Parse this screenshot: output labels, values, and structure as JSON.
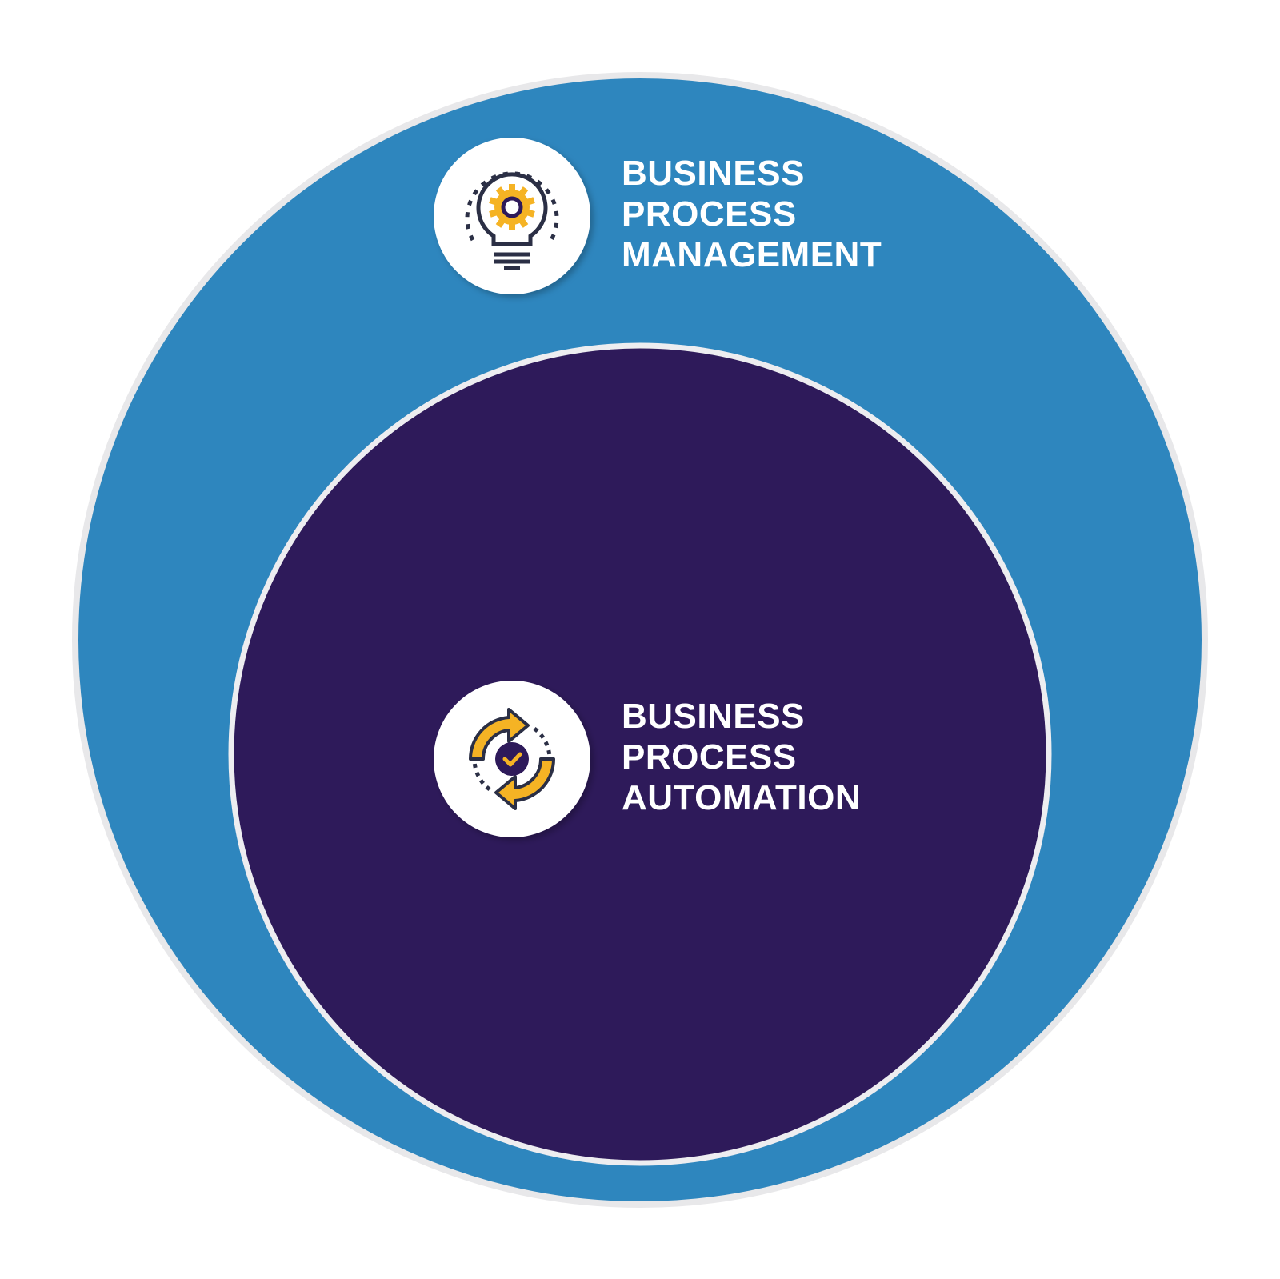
{
  "colors": {
    "outer": "#2E86BE",
    "inner": "#2E1A5A",
    "accent": "#F5B324",
    "stroke": "#2B2F45",
    "ring": "#E8E8EA"
  },
  "outer": {
    "icon": "lightbulb-gear-icon",
    "lines": [
      "BUSINESS",
      "PROCESS",
      "MANAGEMENT"
    ]
  },
  "inner": {
    "icon": "sync-check-icon",
    "lines": [
      "BUSINESS",
      "PROCESS",
      "AUTOMATION"
    ]
  }
}
